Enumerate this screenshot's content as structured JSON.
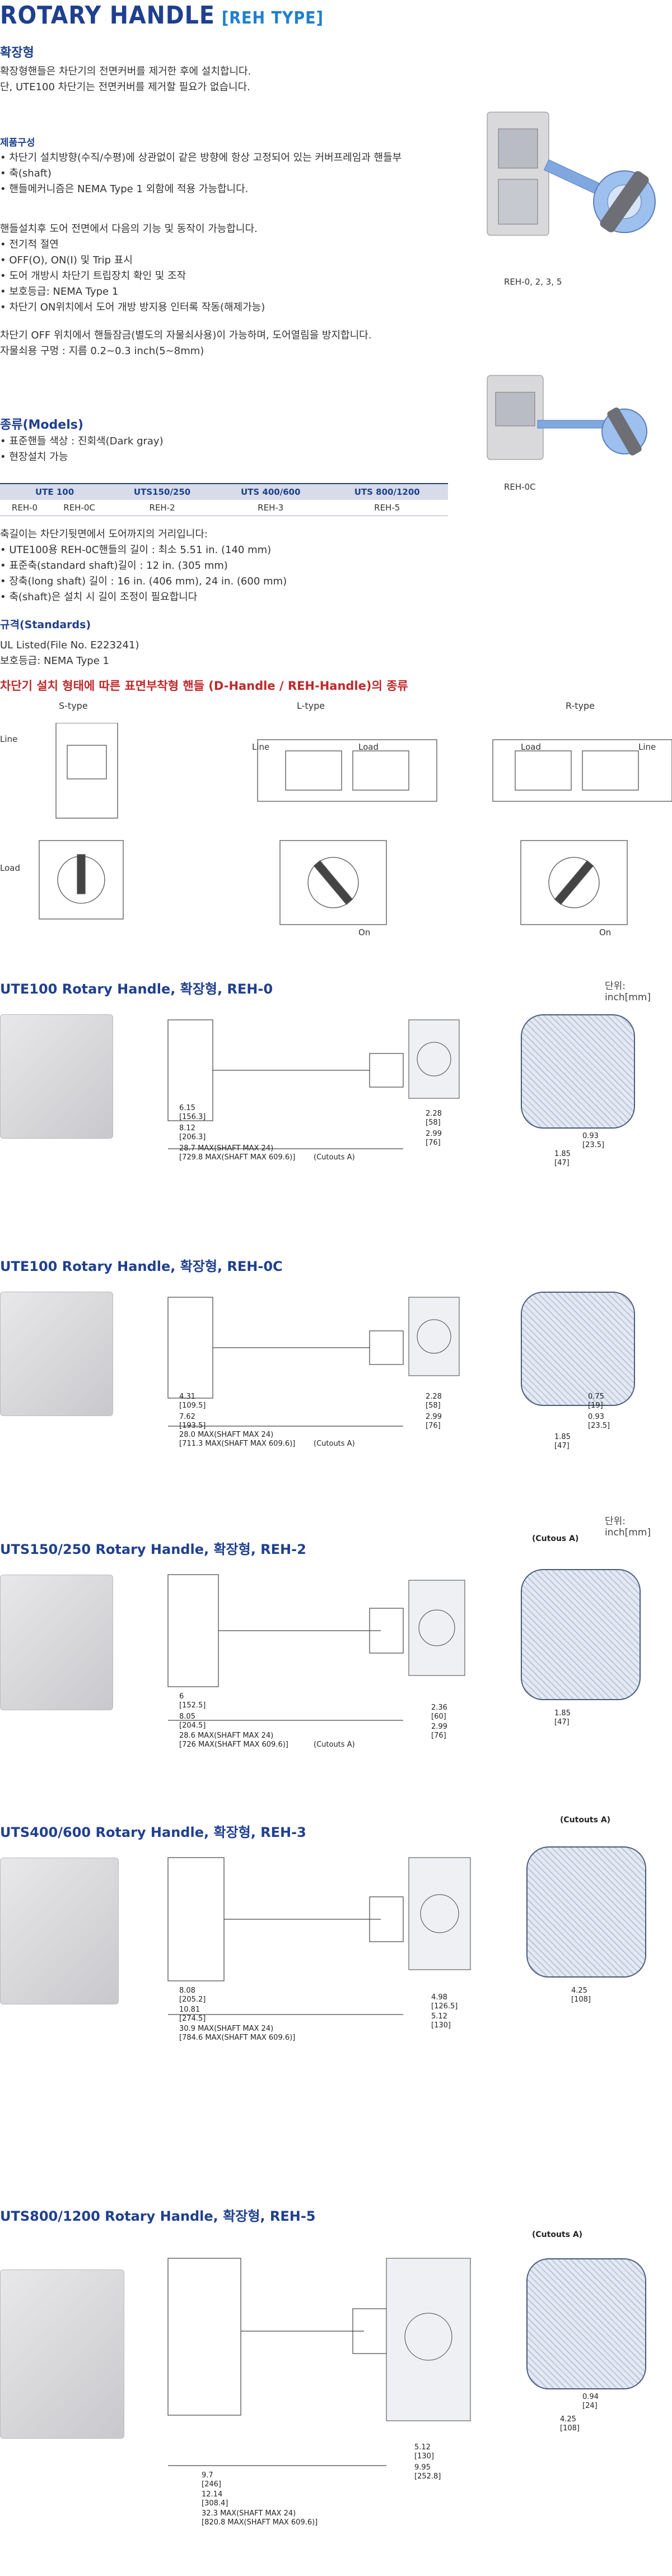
{
  "header": {
    "title": "ROTARY HANDLE",
    "subtitle": "[REH TYPE]"
  },
  "intro": {
    "heading": "확장형",
    "lines": [
      "확장형핸들은 차단기의 전면커버를 제거한 후에 설치합니다.",
      "단, UTE100 차단기는 전면커버를 제거할 필요가 없습니다."
    ]
  },
  "composition": {
    "heading": "제품구성",
    "items": [
      "차단기 설치방향(수직/수평)에 상관없이 같은 방향에 항상 고정되어 있는 커버프레임과 핸들부",
      "축(shaft)",
      "핸들메커니즘은 NEMA Type 1 외함에 적용 가능합니다."
    ]
  },
  "functions": {
    "intro": "핸들설치후 도어 전면에서 다음의 기능 및 동작이 가능합니다.",
    "items": [
      "전기적 절연",
      "OFF(O), ON(I) 및 Trip 표시",
      "도어 개방시 차단기 트립장치 확인 및 조작",
      "보호등급: NEMA Type 1",
      "차단기 ON위치에서 도어 개방 방지용 인터록 작동(해제가능)"
    ]
  },
  "lock": {
    "lines": [
      "차단기 OFF 위치에서 핸들잠금(별도의 자물쇠사용)이 가능하며, 도어열림을 방지합니다.",
      "자물쇠용 구멍 : 지름 0.2~0.3 inch(5~8mm)"
    ]
  },
  "photo_captions": {
    "top": "REH-0, 2, 3, 5",
    "bottom": "REH-0C"
  },
  "models": {
    "heading": "종류(Models)",
    "items": [
      "표준핸들 색상 : 진회색(Dark gray)",
      "현장설치 가능"
    ],
    "headers": [
      "UTE 100",
      "UTS150/250",
      "UTS 400/600",
      "UTS 800/1200"
    ],
    "values": [
      "REH-0",
      "REH-0C",
      "REH-2",
      "REH-3",
      "REH-5"
    ]
  },
  "shaft": {
    "intro": "축길이는 차단기뒷면에서 도어까지의 거리입니다:",
    "items": [
      "UTE100용 REH-0C핸들의 길이 : 최소 5.51 in. (140 mm)",
      "표준축(standard shaft)길이 : 12 in. (305 mm)",
      "장축(long shaft) 길이 : 16 in. (406 mm), 24 in. (600 mm)",
      "축(shaft)은 설치 시 길이 조정이 필요합니다"
    ]
  },
  "standards": {
    "heading": "규격(Standards)",
    "lines": [
      "UL Listed(File No. E223241)",
      "보호등급: NEMA Type 1"
    ]
  },
  "types": {
    "heading": "차단기 설치 형태에 따른 표면부착형 핸들 (D-Handle / REH-Handle)의 종류",
    "s": "S-type",
    "l": "L-type",
    "r": "R-type",
    "line": "Line",
    "load": "Load",
    "on": "On"
  },
  "sections": [
    {
      "title": "UTE100 Rotary Handle, 확장형, REH-0",
      "unit": "단위: inch[mm]",
      "dims": [
        "6.15",
        "[156.3]",
        "8.12",
        "[206.3]",
        "28.7 MAX(SHAFT MAX 24)",
        "[729.8 MAX(SHAFT MAX 609.6)]",
        "(Cutouts A)",
        "2.28",
        "[58]",
        "2.99",
        "[76]",
        "0.93",
        "[23.5]",
        "1.85",
        "[47]"
      ]
    },
    {
      "title": "UTE100 Rotary Handle, 확장형, REH-0C",
      "unit": "",
      "dims": [
        "4.31",
        "[109.5]",
        "7.62",
        "[193.5]",
        "28.0 MAX(SHAFT MAX 24)",
        "[711.3 MAX(SHAFT MAX 609.6)]",
        "(Cutouts A)",
        "2.28",
        "[58]",
        "2.99",
        "[76]",
        "0.75",
        "[19]",
        "0.93",
        "[23.5]",
        "1.85",
        "[47]"
      ]
    },
    {
      "title": "UTS150/250 Rotary Handle, 확장형, REH-2",
      "unit": "단위: inch[mm]",
      "dims": [
        "6",
        "[152.5]",
        "8.05",
        "[204.5]",
        "28.6 MAX(SHAFT MAX 24)",
        "[726 MAX(SHAFT MAX 609.6)]",
        "(Cutouts A)",
        "2.36",
        "[60]",
        "2.99",
        "[76]",
        "1.85",
        "[47]"
      ],
      "cutout": "(Cutous A)"
    },
    {
      "title": "UTS400/600 Rotary Handle, 확장형, REH-3",
      "unit": "",
      "dims": [
        "8.08",
        "[205.2]",
        "10.81",
        "[274.5]",
        "30.9 MAX(SHAFT MAX 24)",
        "[784.6 MAX(SHAFT MAX 609.6)]",
        "4.98",
        "[126.5]",
        "5.12",
        "[130]",
        "4.25",
        "[108]"
      ],
      "cutout": "(Cutouts A)"
    },
    {
      "title": "UTS800/1200 Rotary Handle, 확장형, REH-5",
      "unit": "",
      "dims": [
        "9.7",
        "[246]",
        "12.14",
        "[308.4]",
        "32.3 MAX(SHAFT MAX 24)",
        "[820.8 MAX(SHAFT MAX 609.6)]",
        "5.12",
        "[130]",
        "9.95",
        "[252.8]",
        "0.94",
        "[24]",
        "4.25",
        "[108]"
      ],
      "cutout": "(Cutouts A)"
    }
  ],
  "colors": {
    "title": "#1f3f8f",
    "accent": "#1f7fd0",
    "red": "#c0282b"
  }
}
